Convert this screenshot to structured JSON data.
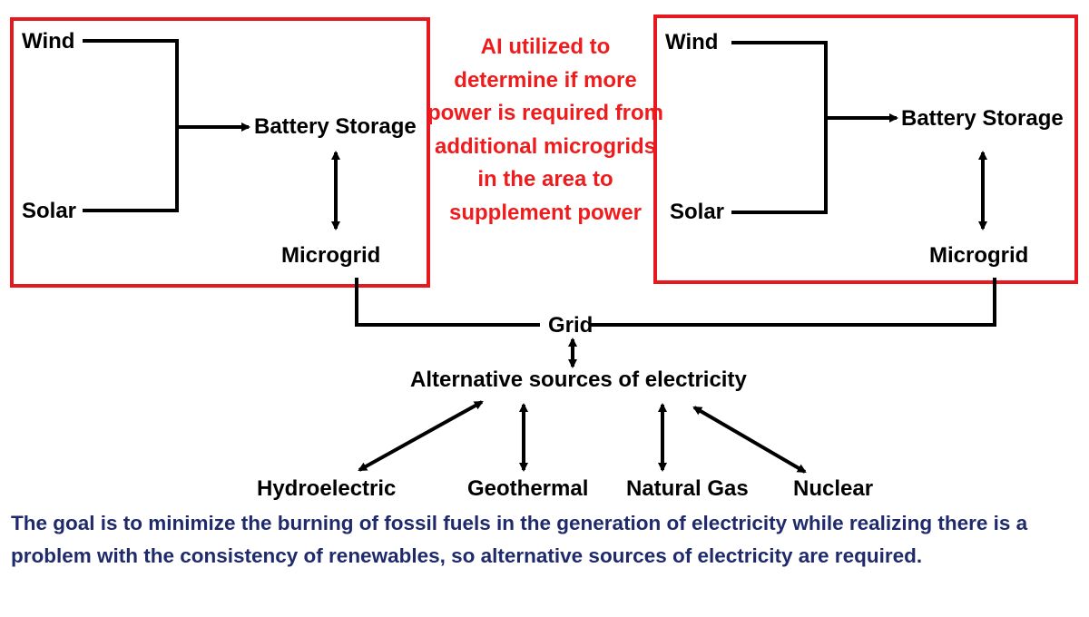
{
  "left_microgrid": {
    "wind": "Wind",
    "solar": "Solar",
    "storage": "Battery Storage",
    "microgrid": "Microgrid"
  },
  "right_microgrid": {
    "wind": "Wind",
    "solar": "Solar",
    "storage": "Battery Storage",
    "microgrid": "Microgrid"
  },
  "ai_note": "AI utilized to determine if more power is required from additional microgrids in the area to supplement power",
  "grid": "Grid",
  "alternatives": {
    "title": "Alternative sources of electricity",
    "sources": [
      "Hydroelectric",
      "Geothermal",
      "Natural Gas",
      "Nuclear"
    ]
  },
  "goal_text": "The goal is to minimize the burning of fossil fuels in the generation of electricity while realizing there is a problem with the consistency of renewables, so alternative sources of electricity are required.",
  "colors": {
    "box_border": "#e5191f",
    "ai_text": "#ee1c1c",
    "goal_text": "#1f2a6b",
    "lines": "#000000"
  }
}
